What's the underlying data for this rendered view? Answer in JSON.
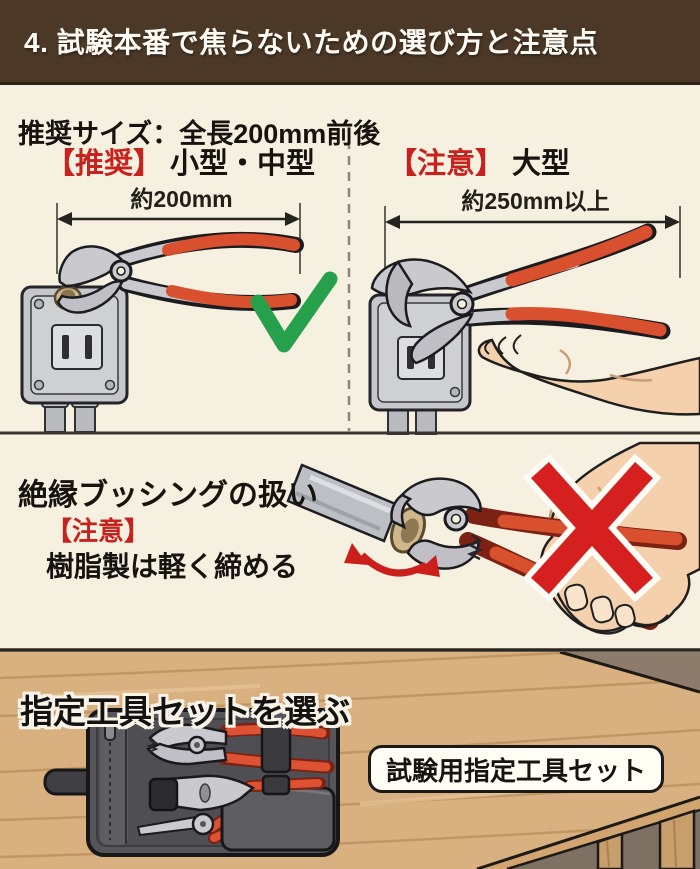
{
  "header": {
    "title": "4. 試験本番で焦らないための選び方と注意点"
  },
  "size_section": {
    "heading": "推奨サイズ：全長200mm前後",
    "recommended": {
      "tag": "【推奨】",
      "label": "小型・中型",
      "measurement": "約200mm"
    },
    "caution": {
      "tag": "【注意】",
      "label": "大型",
      "measurement": "約250mm以上"
    }
  },
  "bushing_section": {
    "heading": "絶縁ブッシングの扱い",
    "tag": "【注意】",
    "note": "樹脂製は軽く締める"
  },
  "toolset_section": {
    "heading": "指定工具セットを選ぶ",
    "label": "試験用指定工具セット"
  },
  "icons": {
    "ok": "check-icon",
    "ng": "cross-icon",
    "rotate": "curved-double-arrow-icon",
    "dimension": "dimension-arrow-icon"
  },
  "colors": {
    "header_bg": "#4b3827",
    "background_cream": "#f6f0e1",
    "accent_red": "#c8221f",
    "handle_red": "#d9502f",
    "check_green": "#27a04c",
    "cross_red": "#d6201f",
    "metal_gray": "#c9c9ce",
    "wood_tan": "#d9b07f",
    "tool_roll_gray": "#55555a"
  }
}
